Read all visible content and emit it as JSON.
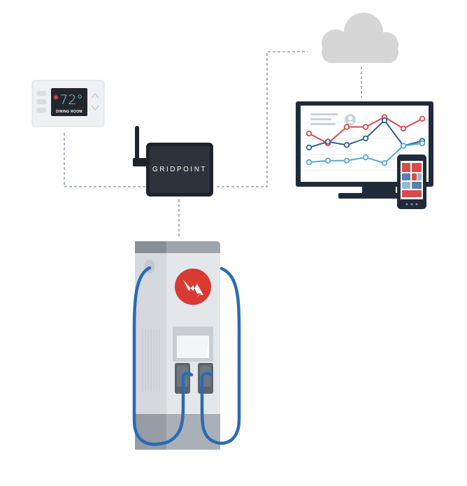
{
  "thermostat": {
    "temperature": "72°",
    "room_label": "DINING ROOM"
  },
  "hub": {
    "brand": "GRIDPOINT"
  },
  "colors": {
    "connector_line": "#9aa3ab",
    "cloud": "#d6d6d6",
    "hub_body": "#1f242a",
    "charger_cable": "#2a6ab8",
    "charger_logo": "#d93a34",
    "series_red": "#d94b4b",
    "series_dark_blue": "#2f5f8f",
    "series_light_blue": "#5aa8d6"
  },
  "icons": [
    "cloud-icon",
    "antenna-icon",
    "lightning-bolt-icon",
    "user-avatar-icon",
    "snowflake-icon"
  ],
  "chart_data": {
    "type": "line",
    "x": [
      1,
      2,
      3,
      4,
      5,
      6,
      7
    ],
    "series": [
      {
        "values": [
          5.2,
          4.0,
          6.0,
          6.0,
          7.2,
          5.8,
          7.0
        ]
      },
      {
        "values": [
          3.5,
          4.2,
          3.8,
          4.6,
          6.8,
          3.7,
          4.3
        ]
      },
      {
        "values": [
          1.7,
          1.9,
          1.9,
          2.3,
          1.6,
          3.7,
          4.0
        ]
      }
    ],
    "ylim": [
      0,
      8
    ],
    "grid": true
  }
}
